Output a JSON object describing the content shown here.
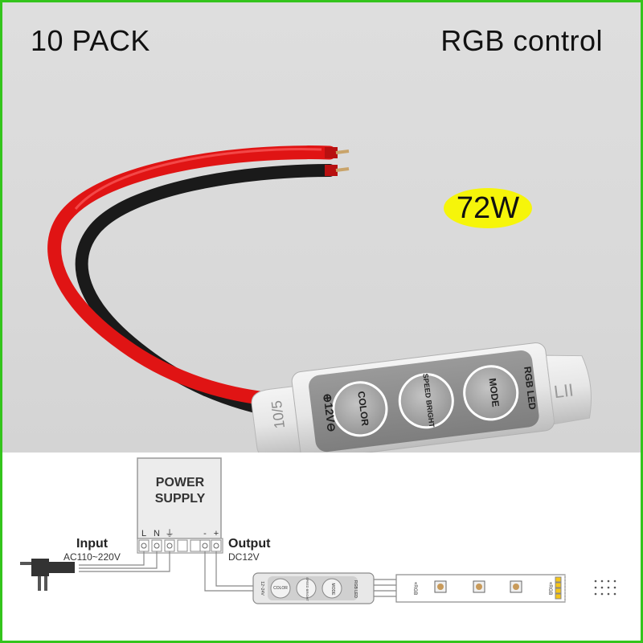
{
  "header": {
    "pack_label": "10 PACK",
    "product_label": "RGB control"
  },
  "badge": {
    "wattage": "72W",
    "color": "#f6f50a"
  },
  "controller": {
    "body_print": "10/5",
    "side_print": "LII",
    "voltage_label": "⊕12V⊖",
    "buttons": [
      "COLOR",
      "SPEED BRIGHT",
      "MODE"
    ],
    "end_label": "RGB LED"
  },
  "diagram": {
    "power_supply_label": [
      "POWER",
      "SUPPLY"
    ],
    "terminal_left": [
      "L",
      "N",
      "⏚"
    ],
    "terminal_right": [
      "-",
      "+"
    ],
    "input_title": "Input",
    "input_value": "AC110~220V",
    "output_title": "Output",
    "output_value": "DC12V",
    "mini_voltage": "12~24V",
    "mini_buttons": [
      "COLOR",
      "SPEED BRIGHT",
      "MODE"
    ],
    "mini_end_label": "RGB LED",
    "strip_pin_label": "+RGB"
  },
  "colors": {
    "frame": "#34c41c",
    "wire_red": "#e01414",
    "wire_black": "#1a1a1a"
  }
}
